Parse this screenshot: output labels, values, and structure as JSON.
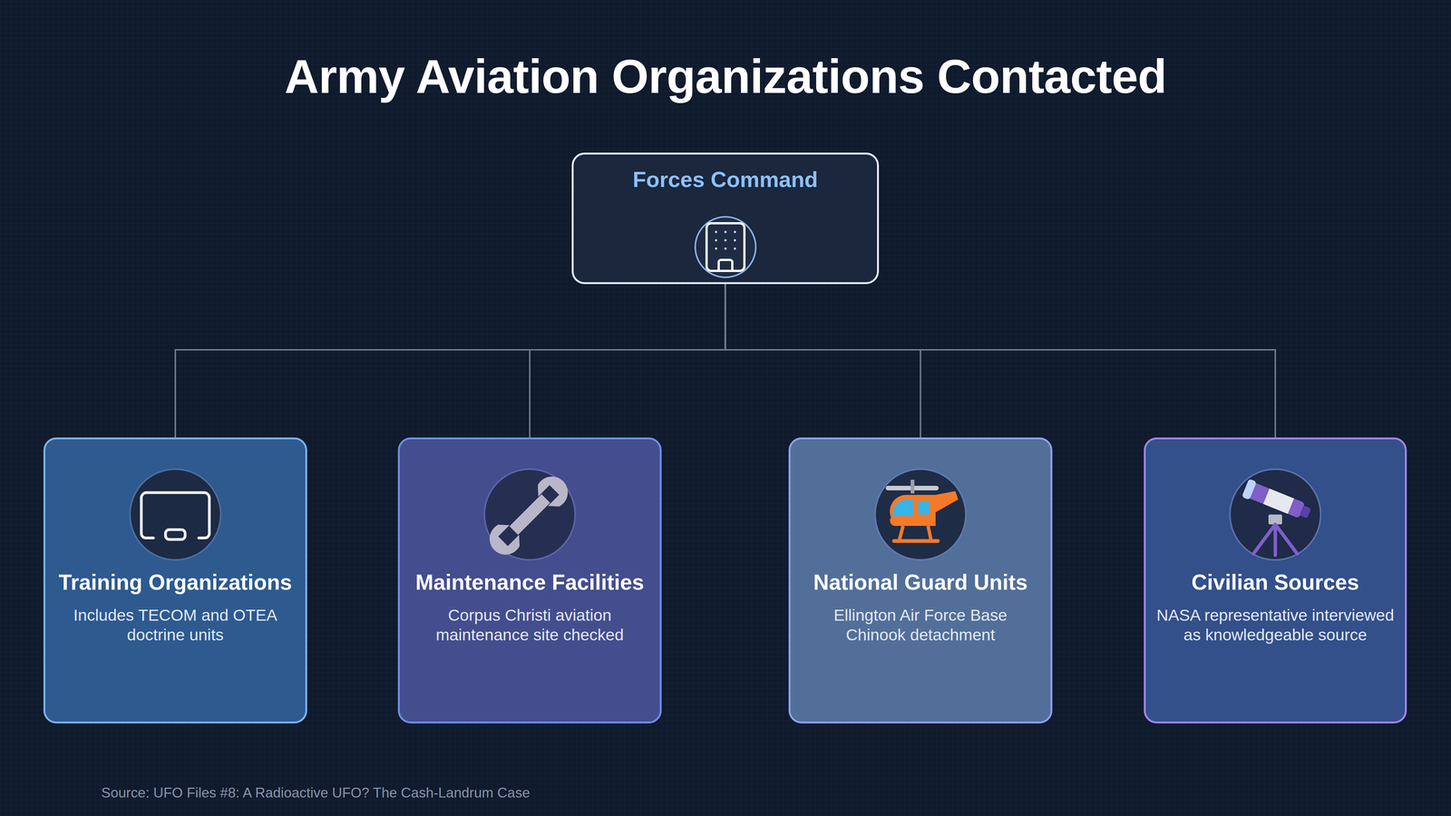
{
  "diagram": {
    "title": "Army Aviation Organizations Contacted",
    "caption": "Source: UFO Files #8: A Radioactive UFO? The Cash-Landrum Case",
    "nodes": [
      {
        "text": [
          "Forces Command"
        ]
      },
      {
        "text": [
          "Training Organizations",
          "Includes TECOM and OTEA doctrine units"
        ]
      },
      {
        "text": [
          "Maintenance Facilities",
          "Corpus Christi aviation maintenance site checked"
        ]
      },
      {
        "text": [
          "National Guard Units",
          "Ellington Air Force Base Chinook detachment"
        ]
      },
      {
        "text": [
          "Civilian Sources",
          "NASA representative interviewed as knowledgeable source"
        ]
      }
    ],
    "edges": [
      {
        "from": 0,
        "to": 1,
        "arrow": "none"
      },
      {
        "from": 0,
        "to": 2,
        "arrow": "none"
      },
      {
        "from": 0,
        "to": 3,
        "arrow": "none"
      },
      {
        "from": 0,
        "to": 4,
        "arrow": "none"
      }
    ]
  }
}
